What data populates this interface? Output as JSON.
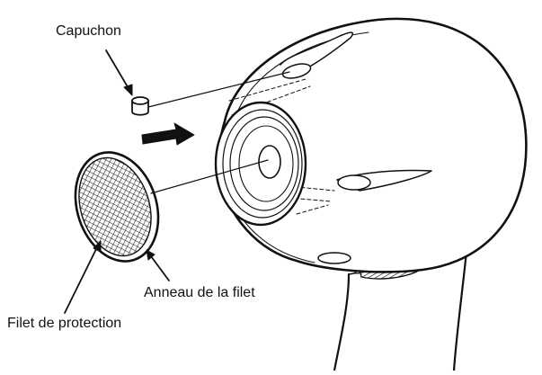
{
  "labels": {
    "cap": "Capuchon",
    "ring": "Anneau de la filet",
    "net": "Filet de protection"
  },
  "colors": {
    "line": "#111111",
    "background": "#ffffff"
  }
}
